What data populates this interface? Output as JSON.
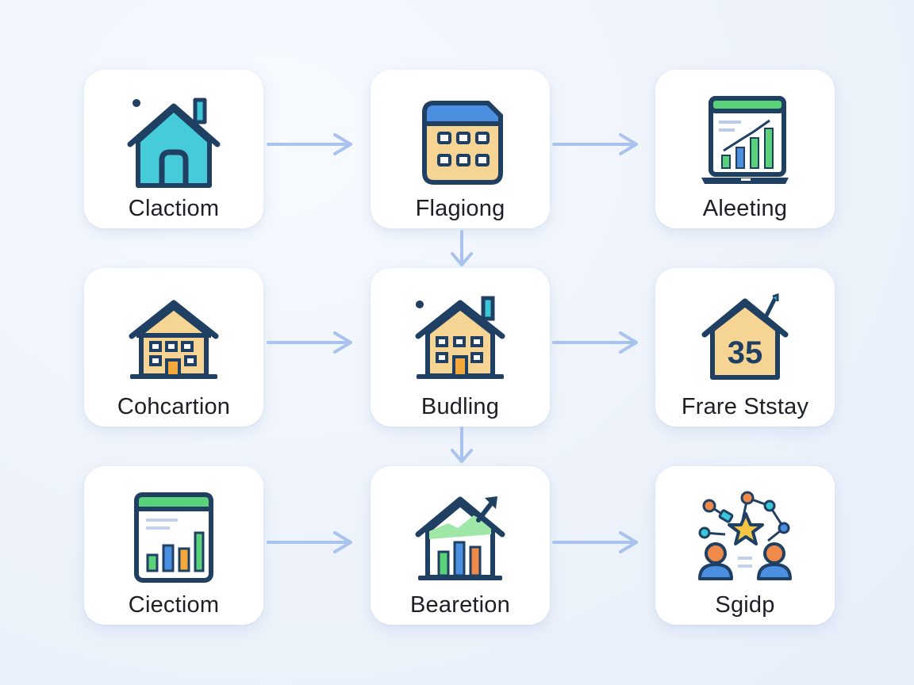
{
  "nodes": [
    {
      "id": "r1c1",
      "label": "Clactiom",
      "icon": "house-icon"
    },
    {
      "id": "r1c2",
      "label": "Flagiong",
      "icon": "calendar-icon"
    },
    {
      "id": "r1c3",
      "label": "Aleeting",
      "icon": "laptop-chart-icon"
    },
    {
      "id": "r2c1",
      "label": "Cohcartion",
      "icon": "building-icon"
    },
    {
      "id": "r2c2",
      "label": "Budling",
      "icon": "house-building-icon"
    },
    {
      "id": "r2c3",
      "label": "Frare Ststay",
      "icon": "house-number-icon",
      "badge": "35"
    },
    {
      "id": "r3c1",
      "label": "Ciectiom",
      "icon": "bar-chart-window-icon"
    },
    {
      "id": "r3c2",
      "label": "Bearetion",
      "icon": "house-growth-chart-icon"
    },
    {
      "id": "r3c3",
      "label": "Sgidp",
      "icon": "people-network-star-icon"
    }
  ],
  "colors": {
    "arrow": "#a9c3ee",
    "outline": "#1f3f63",
    "teal": "#3cc7d8",
    "sand": "#f6d594",
    "blue": "#4a8fe0",
    "green": "#5ad27a",
    "orange": "#f08a4b"
  }
}
